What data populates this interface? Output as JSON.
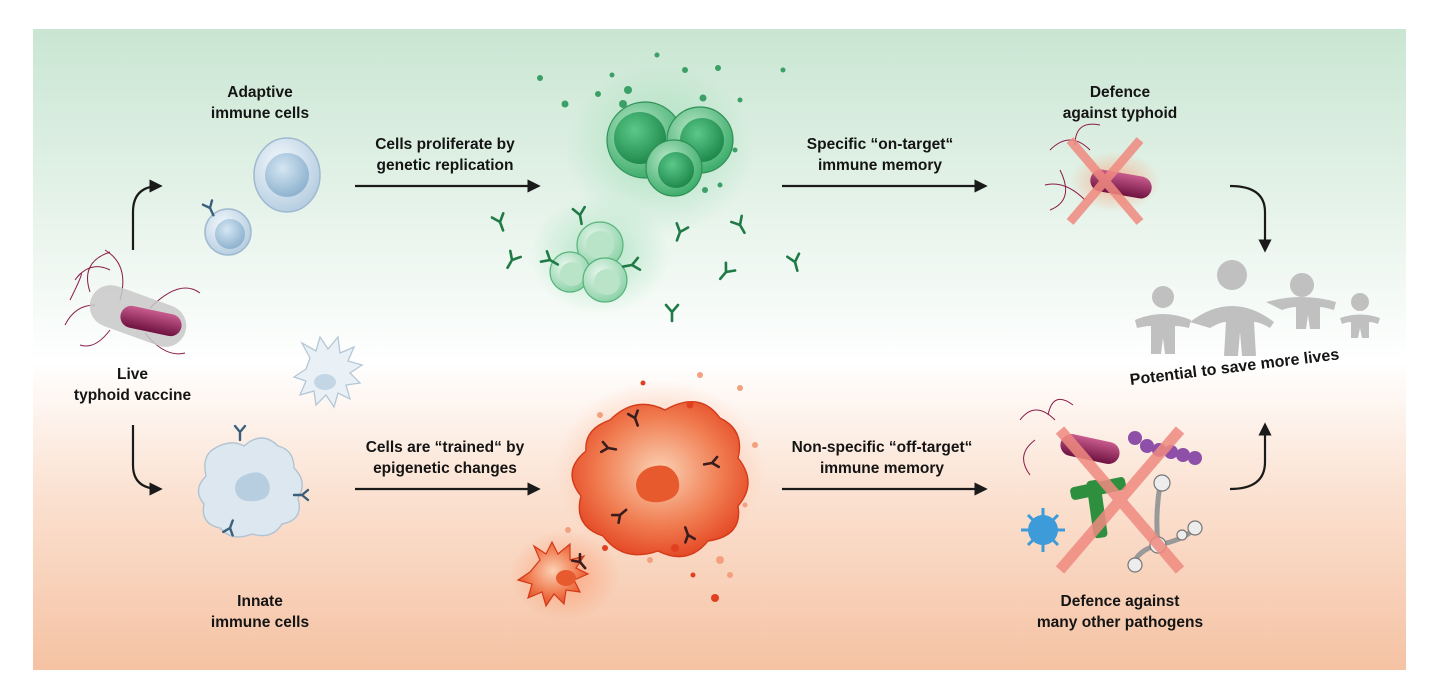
{
  "labels": {
    "adaptive": [
      "Adaptive",
      "immune cells"
    ],
    "innate": [
      "Innate",
      "immune cells"
    ],
    "vaccine": [
      "Live",
      "typhoid vaccine"
    ],
    "proliferate": [
      "Cells proliferate by",
      "genetic replication"
    ],
    "trained": [
      "Cells are “trained“ by",
      "epigenetic changes"
    ],
    "on_target": [
      "Specific “on-target“",
      "immune memory"
    ],
    "off_target": [
      "Non-specific “off-target“",
      "immune memory"
    ],
    "defence_typhoid": [
      "Defence",
      "against typhoid"
    ],
    "defence_many": [
      "Defence against",
      "many other pathogens"
    ],
    "potential": "Potential to save more lives"
  },
  "colors": {
    "top_band": "#c9e6d2",
    "bottom_band": "#f5c2a3",
    "adaptive_cell": "#dce9f3",
    "proliferating_cell": "#5fbf86",
    "innate_cell": "#dde7ef",
    "trained_cell": "#ec5a3a",
    "cross": "#f08a80",
    "people": "#c0c0c0",
    "arrow": "#1a1a1a"
  },
  "icons": [
    "bacterium-icon",
    "b-cell-icon",
    "antibody-icon",
    "macrophage-icon",
    "dendritic-cell-icon",
    "virus-icon",
    "fungus-icon",
    "cross-icon",
    "people-icon"
  ]
}
